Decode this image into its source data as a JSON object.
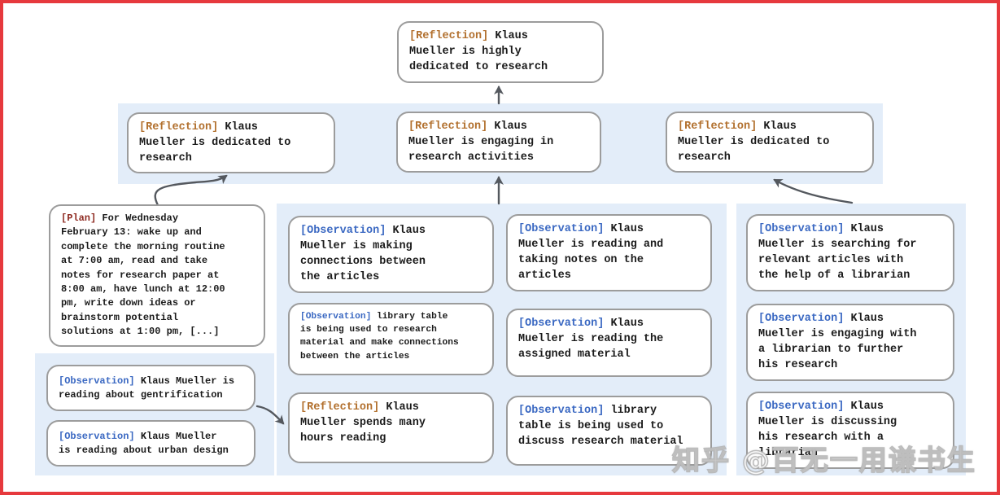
{
  "watermark": {
    "text": "知乎 @百无一用谦书生"
  },
  "colors": {
    "tag_reflection": "#b2702e",
    "tag_plan": "#8e2a21",
    "tag_observation": "#3a68c2",
    "band_bg": "#e3edf9",
    "node_border": "#9c9c9c",
    "frame_border": "#e6393d",
    "arrow": "#54585e",
    "text_color": "#1b1b1b"
  },
  "nodes": {
    "top": {
      "tag": "[Reflection]",
      "text": "Klaus\nMueller is highly\ndedicated to research"
    },
    "level2": [
      {
        "tag": "[Reflection]",
        "text": "Klaus\nMueller is dedicated to\nresearch"
      },
      {
        "tag": "[Reflection]",
        "text": "Klaus\nMueller is engaging in\nresearch activities"
      },
      {
        "tag": "[Reflection]",
        "text": "Klaus\nMueller is dedicated to\nresearch"
      }
    ],
    "plan": {
      "tag": "[Plan]",
      "text": "For Wednesday\nFebruary 13: wake up and\ncomplete the morning routine\nat 7:00 am, read and take\nnotes for research paper at\n8:00 am, have lunch at 12:00\npm, write down ideas or\nbrainstorm potential\nsolutions at 1:00 pm, [...]"
    },
    "left_observations": [
      {
        "tag": "[Observation]",
        "text": "Klaus Mueller is\nreading about gentrification"
      },
      {
        "tag": "[Observation]",
        "text": "Klaus Mueller\nis reading about urban design"
      }
    ],
    "middle_column": [
      {
        "tag": "[Observation]",
        "text": "Klaus\nMueller is making\nconnections between\nthe articles"
      },
      {
        "tag": "[Observation]",
        "text": "library table\nis being used to research\nmaterial and make connections\nbetween the articles"
      },
      {
        "tag": "[Reflection]",
        "text": "Klaus\nMueller spends many\nhours reading"
      }
    ],
    "center_column": [
      {
        "tag": "[Observation]",
        "text": "Klaus\nMueller is reading and\ntaking notes on the\narticles"
      },
      {
        "tag": "[Observation]",
        "text": "Klaus\nMueller is reading the\nassigned material"
      },
      {
        "tag": "[Observation]",
        "text": "library\ntable is being used to\ndiscuss research material"
      }
    ],
    "right_column": [
      {
        "tag": "[Observation]",
        "text": "Klaus\nMueller is searching for\nrelevant articles with\nthe help of a librarian"
      },
      {
        "tag": "[Observation]",
        "text": "Klaus\nMueller is engaging with\na librarian to further\nhis research"
      },
      {
        "tag": "[Observation]",
        "text": "Klaus\nMueller is discussing\nhis research with a\nlibrarian"
      }
    ]
  }
}
